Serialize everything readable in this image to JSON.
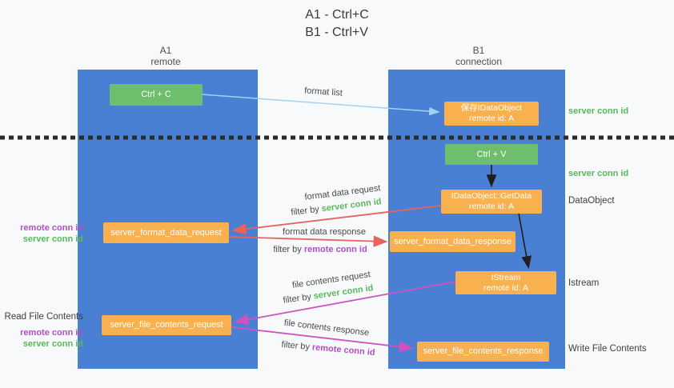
{
  "title": {
    "line1": "A1 - Ctrl+C",
    "line2": "B1 - Ctrl+V"
  },
  "lifelines": {
    "a1": {
      "name": "A1",
      "role": "remote"
    },
    "b1": {
      "name": "B1",
      "role": "connection"
    }
  },
  "nodes": {
    "ctrl_c": {
      "label": "Ctrl + C"
    },
    "save_idataobject": {
      "line1": "保存IDataObject",
      "line2": "remote id: A"
    },
    "ctrl_v": {
      "label": "Ctrl + V"
    },
    "getdata": {
      "line1": "IDataObject::GetData",
      "line2": "remote id: A"
    },
    "format_request": {
      "label": "server_format_data_request"
    },
    "format_response": {
      "label": "server_format_data_response"
    },
    "istream": {
      "line1": "IStream",
      "line2": "remote id: A"
    },
    "file_request": {
      "label": "server_file_contents_request"
    },
    "file_response": {
      "label": "server_file_contents_response"
    }
  },
  "side_labels": {
    "server_conn_id_top": "server conn id",
    "server_conn_id_mid": "server conn id",
    "dataobject": "DataObject",
    "istream": "Istream",
    "write_file_contents": "Write File Contents",
    "read_file_contents": "Read File Contents",
    "remote_conn_id_1": "remote conn id",
    "server_conn_id_1": "server conn id",
    "remote_conn_id_2": "remote conn id",
    "server_conn_id_2": "server conn id"
  },
  "arrow_labels": {
    "format_list": "format list",
    "format_data_request": "format data request",
    "filter_by_1": {
      "prefix": "filter by ",
      "highlight": "server conn id"
    },
    "format_data_response": "format data response",
    "filter_by_2": {
      "prefix": "filter by ",
      "highlight": "remote conn id"
    },
    "file_contents_request": "file contents request",
    "filter_by_3": {
      "prefix": "filter by ",
      "highlight": "server conn id"
    },
    "file_contents_response": "file contents response",
    "filter_by_4": {
      "prefix": "filter by ",
      "highlight": "remote conn id"
    }
  },
  "colors": {
    "column_blue": "#4a80d3",
    "node_orange": "#f9b04f",
    "node_green": "#6fbe6e",
    "green_text": "#58b85c",
    "purple_text": "#b14fc5",
    "red_arrow": "#e8635e",
    "magenta_arrow": "#ce53be",
    "light_blue_arrow": "#9fd4f1",
    "black_arrow": "#1f1f1f"
  }
}
